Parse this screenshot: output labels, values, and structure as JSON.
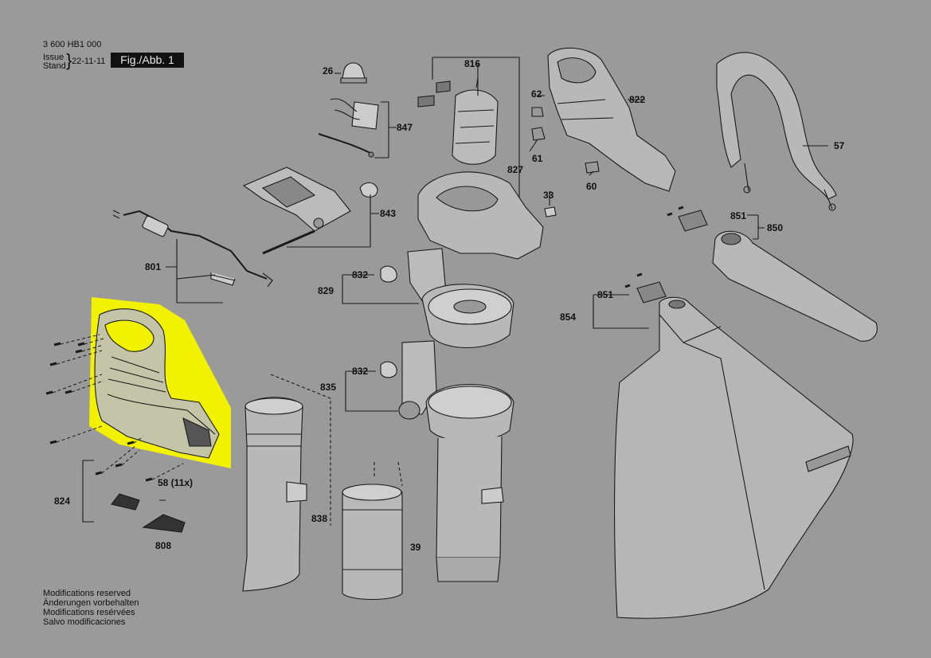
{
  "header": {
    "doc_number": "3 600 HB1 000",
    "issue_label": "Issue",
    "stand_label": "Stand",
    "date": "22-11-11",
    "figure": "Fig./Abb. 1"
  },
  "footer": {
    "notes": [
      "Modifications reserved",
      "Änderungen vorbehalten",
      "Modifications resérvées",
      "Salvo modificaciones"
    ]
  },
  "parts": {
    "p26": "26",
    "p816": "816",
    "p62": "62",
    "p822": "822",
    "p847": "847",
    "p61": "61",
    "p60": "60",
    "p827": "827",
    "p57": "57",
    "p33": "33",
    "p843": "843",
    "p851a": "851",
    "p850": "850",
    "p801": "801",
    "p832a": "832",
    "p829": "829",
    "p851b": "851",
    "p854": "854",
    "p832b": "832",
    "p835": "835",
    "p58": "58 (11x)",
    "p824": "824",
    "p838": "838",
    "p39": "39",
    "p808": "808"
  },
  "colors": {
    "background": "#9a9a9a",
    "highlight": "#f2f200",
    "line": "#1a1a1a",
    "part_fill": "#b4b4b4"
  }
}
